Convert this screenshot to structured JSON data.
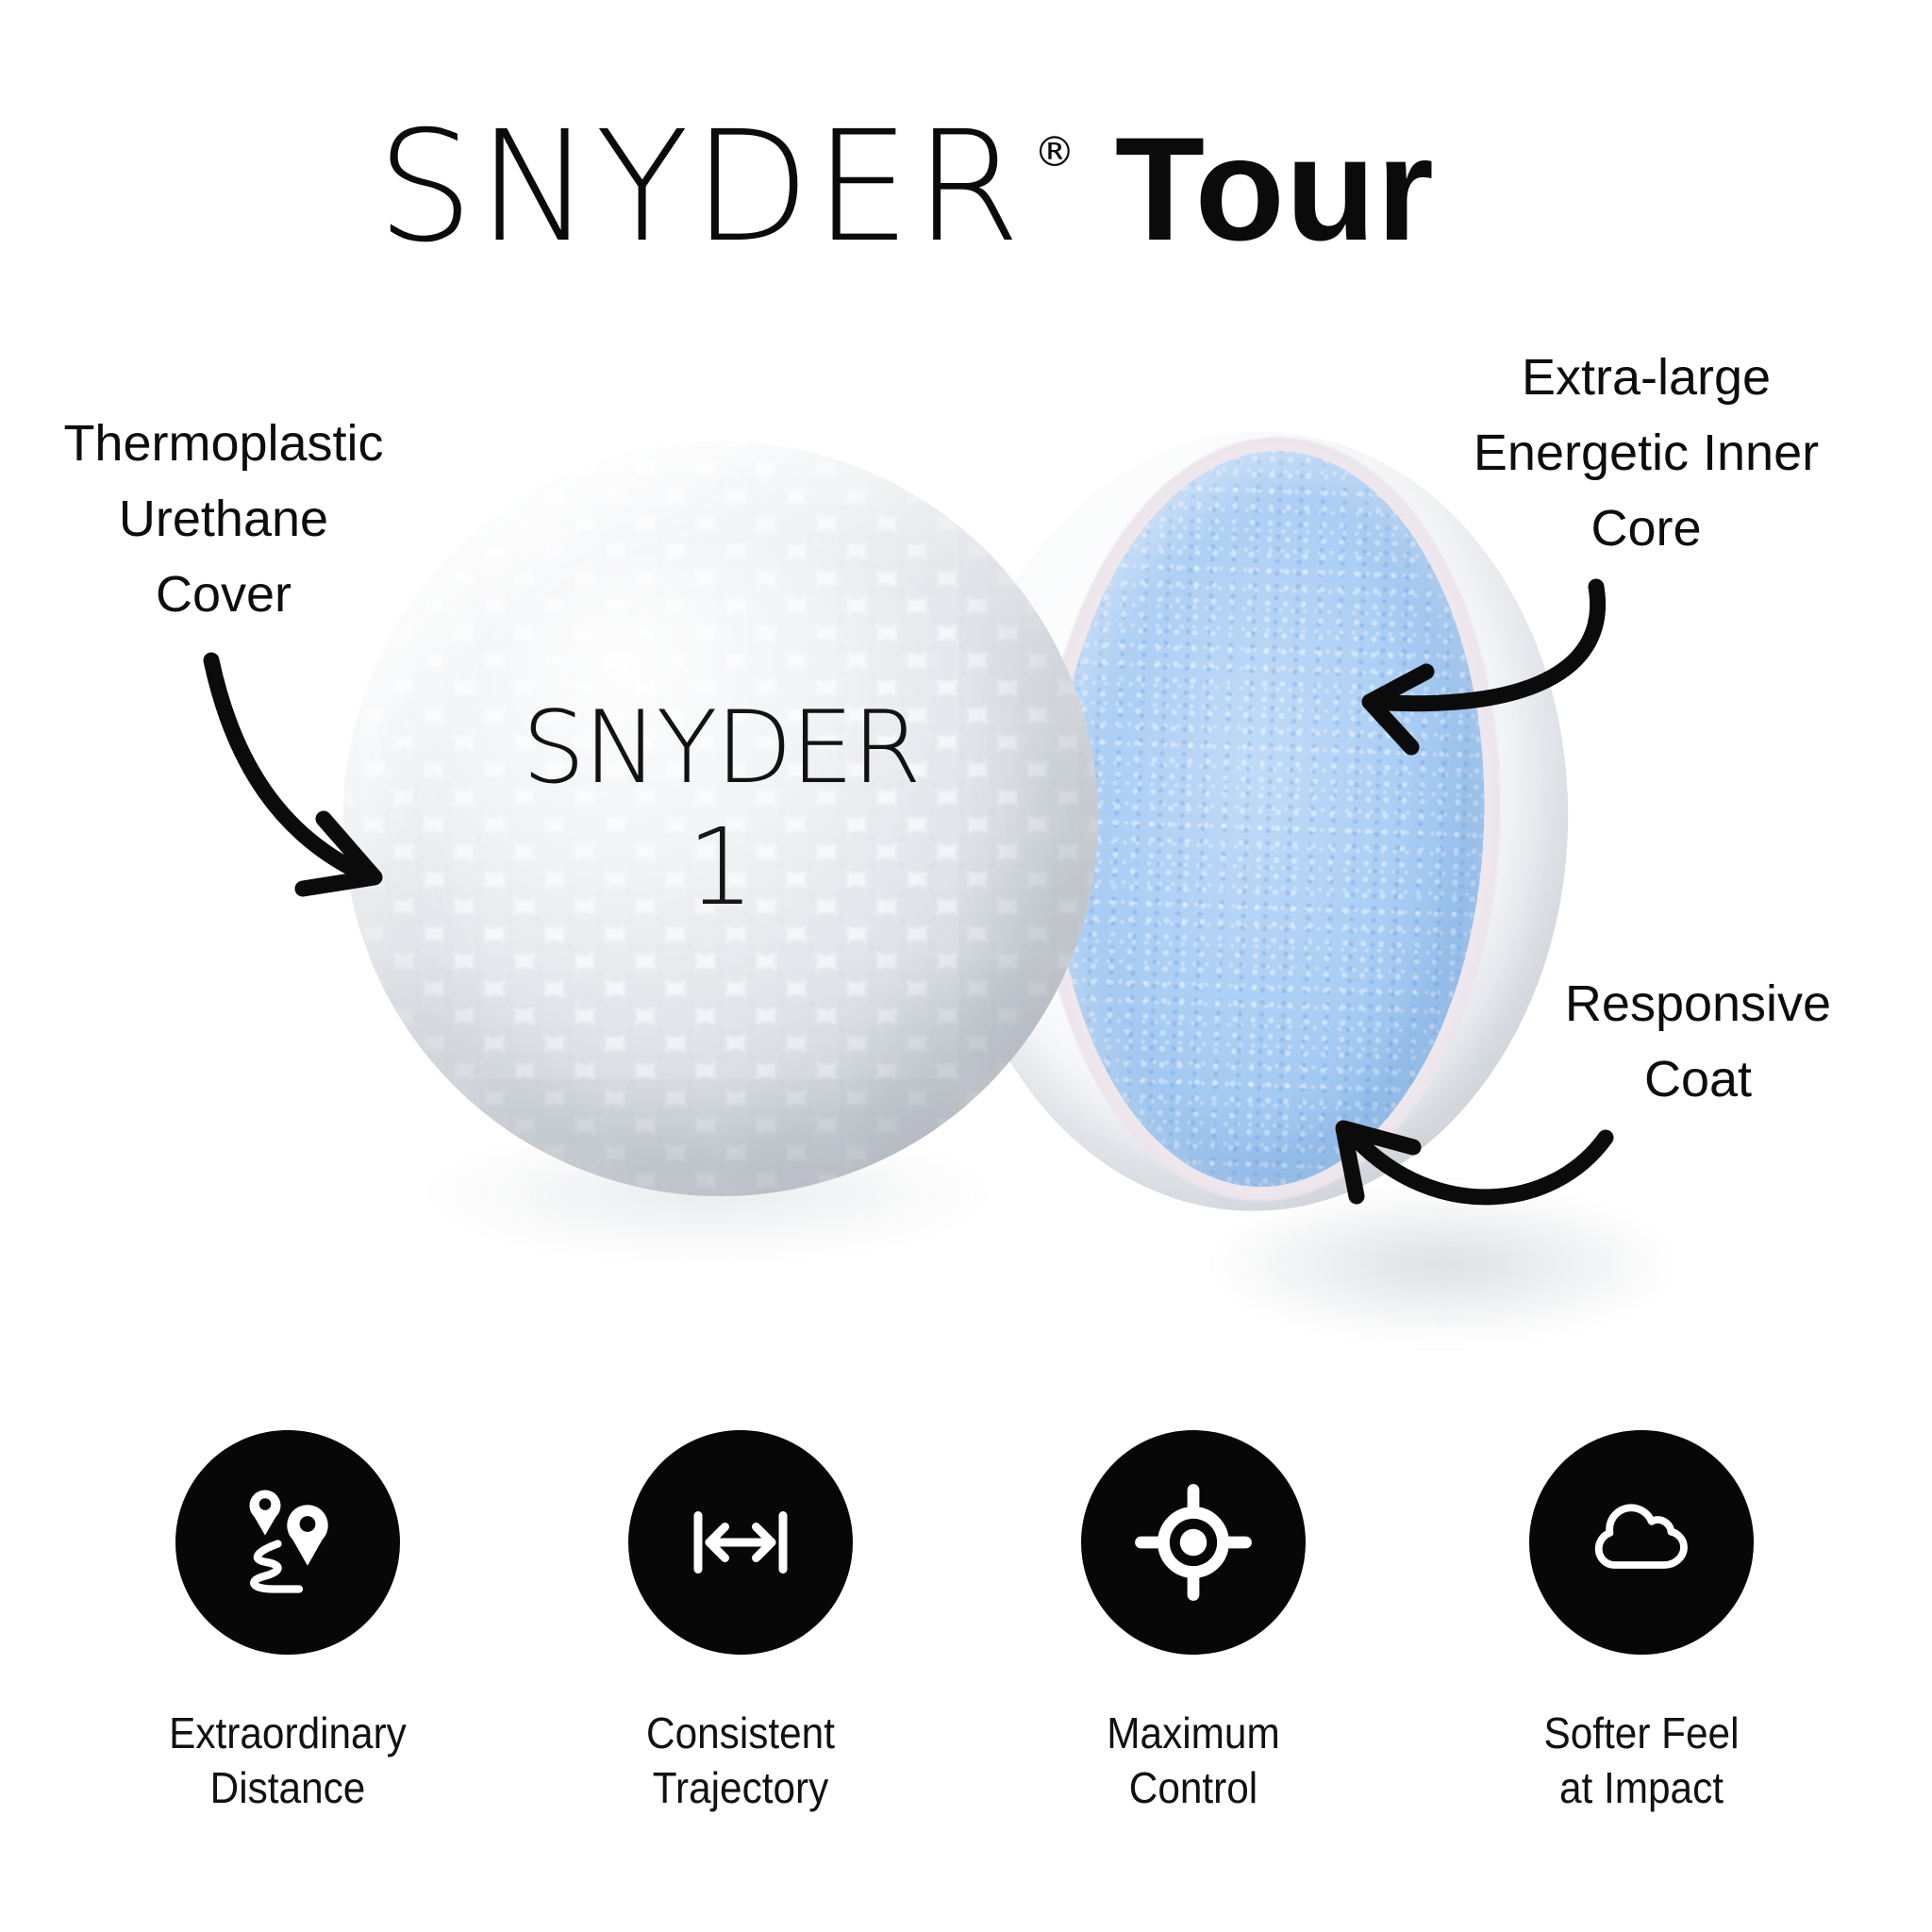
{
  "header": {
    "brand": "SNYDER",
    "registered": "®",
    "model": "Tour"
  },
  "ball": {
    "brand": "SNYDER",
    "number": "1"
  },
  "callouts": {
    "cover": {
      "lines": [
        "Thermoplastic",
        "Urethane",
        "Cover"
      ]
    },
    "core": {
      "lines": [
        "Extra-large",
        "Energetic Inner",
        "Core"
      ]
    },
    "coat": {
      "lines": [
        "Responsive",
        "Coat"
      ]
    }
  },
  "features": [
    {
      "icon": "route-distance-icon",
      "lines": [
        "Extraordinary",
        "Distance"
      ]
    },
    {
      "icon": "width-arrow-icon",
      "lines": [
        "Consistent",
        "Trajectory"
      ]
    },
    {
      "icon": "target-icon",
      "lines": [
        "Maximum",
        "Control"
      ]
    },
    {
      "icon": "cloud-icon",
      "lines": [
        "Softer Feel",
        "at Impact"
      ]
    }
  ],
  "colors": {
    "background": "#ffffff",
    "text": "#0c0c0c",
    "icon_circle": "#070707",
    "core_blue": "#a6cbf2",
    "core_rim": "#f2ebf0"
  }
}
